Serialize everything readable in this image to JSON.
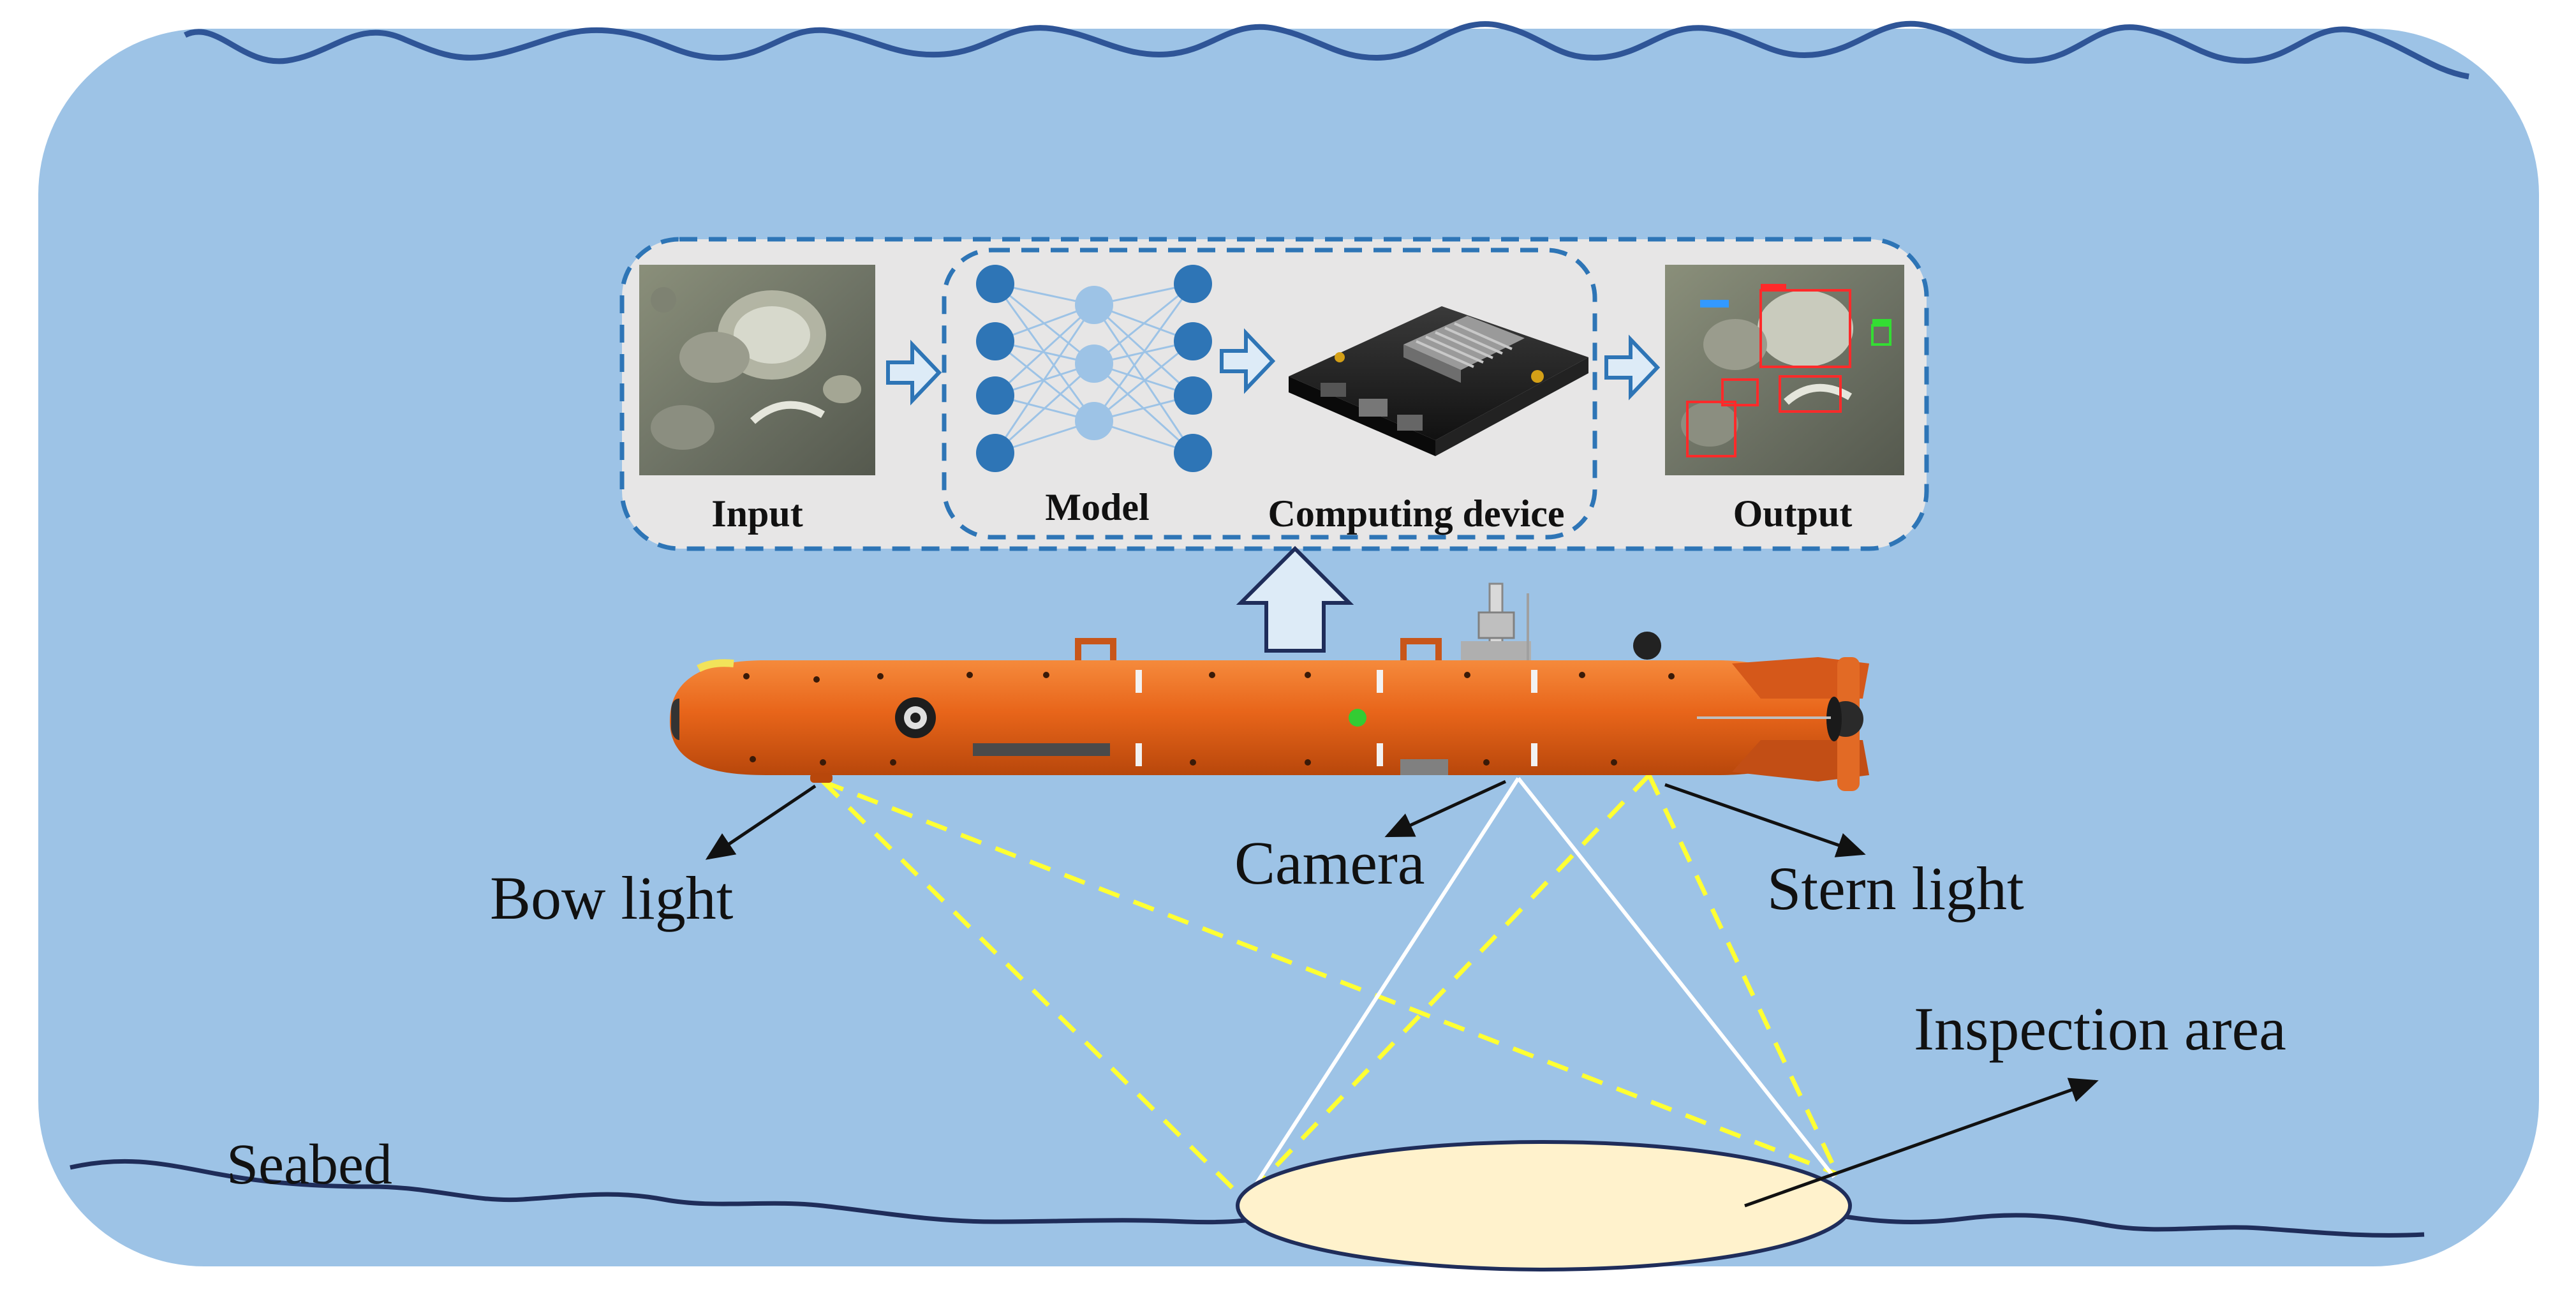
{
  "colors": {
    "water": "#9DC3E6",
    "wave": "#2F5597",
    "seabed_line": "#1F2D5A",
    "panel_bg": "#E7E6E6",
    "panel_border": "#2E75B6",
    "neuron_dark": "#2E75B6",
    "neuron_light": "#9DC3E6",
    "auv_orange": "#E8651A",
    "light_beam": "#FFFF33",
    "camera_beam": "#FFFFFF",
    "inspection_fill": "#FFF2CC"
  },
  "pipeline": {
    "input_label": "Input",
    "model_label": "Model",
    "device_label": "Computing device",
    "output_label": "Output"
  },
  "labels": {
    "bow_light": "Bow light",
    "camera": "Camera",
    "stern_light": "Stern light",
    "inspection_area": "Inspection area",
    "seabed": "Seabed"
  }
}
